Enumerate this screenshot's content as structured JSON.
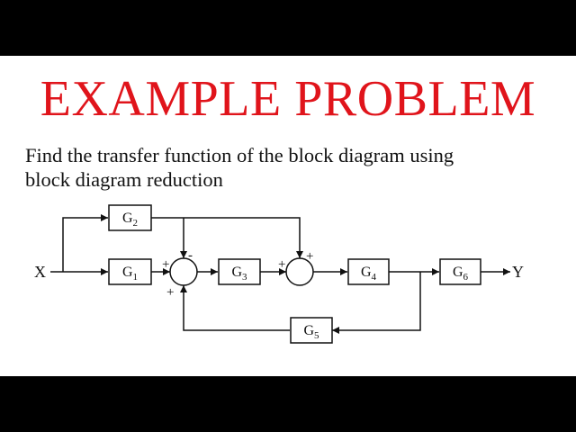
{
  "title": "EXAMPLE PROBLEM",
  "description": {
    "line1": "Find the transfer function of the block diagram using",
    "line2": "block diagram reduction"
  },
  "diagram": {
    "input_label": "X",
    "output_label": "Y",
    "blocks": {
      "g1": {
        "base": "G",
        "sub": "1"
      },
      "g2": {
        "base": "G",
        "sub": "2"
      },
      "g3": {
        "base": "G",
        "sub": "3"
      },
      "g4": {
        "base": "G",
        "sub": "4"
      },
      "g5": {
        "base": "G",
        "sub": "5"
      },
      "g6": {
        "base": "G",
        "sub": "6"
      }
    },
    "summing_junction_1": {
      "left_sign": "+",
      "top_sign": "-",
      "bottom_sign": "+"
    },
    "summing_junction_2": {
      "left_sign": "+",
      "top_sign": "+"
    }
  },
  "colors": {
    "title": "#e0141b",
    "background": "#ffffff",
    "letterbox": "#000000",
    "line": "#111111"
  }
}
